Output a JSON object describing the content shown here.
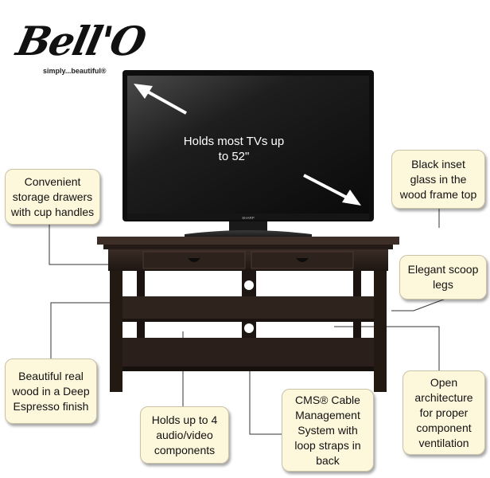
{
  "logo": {
    "name": "Bell'O",
    "tagline": "simply...beautiful®"
  },
  "tv": {
    "caption": "Holds most TVs up to 52\"",
    "brand": "SHARP"
  },
  "callouts": {
    "drawers": "Convenient storage drawers with cup handles",
    "glass": "Black inset glass in the wood frame top",
    "legs": "Elegant scoop legs",
    "wood": "Beautiful real wood in a Deep Espresso finish",
    "components": "Holds up to 4 audio/video components",
    "cms": "CMS® Cable Management System with loop straps in back",
    "architecture": "Open architecture for proper component ventilation"
  },
  "colors": {
    "callout_fill": "#fdf8dc",
    "callout_border": "#c9c2a6",
    "wood": "#2a1f1a",
    "screen": "#1a1a1a"
  }
}
